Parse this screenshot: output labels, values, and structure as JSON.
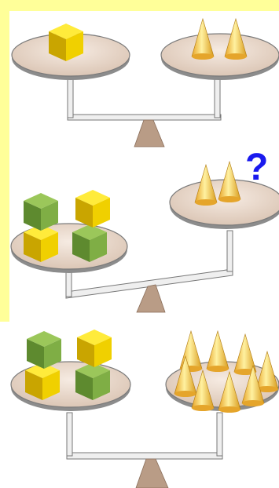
{
  "question_mark": "?",
  "scales": [
    {
      "name": "scale-1",
      "state": "balanced",
      "left": {
        "cubes": 1
      },
      "right": {
        "cones": 2
      }
    },
    {
      "name": "scale-2",
      "state": "tilted-left-down",
      "left": {
        "cubes": 4
      },
      "right": {
        "cones": 2
      }
    },
    {
      "name": "scale-3",
      "state": "balanced",
      "left": {
        "cubes": 4
      },
      "right": {
        "cones": 8
      }
    }
  ],
  "colors": {
    "panel": "#ffff99",
    "cube_yellow": "#f2d400",
    "cube_green": "#7fae45",
    "cone": "#f0c040",
    "plate": "#e6d3c4",
    "stand": "#b99c86",
    "question": "#1a1aee"
  }
}
